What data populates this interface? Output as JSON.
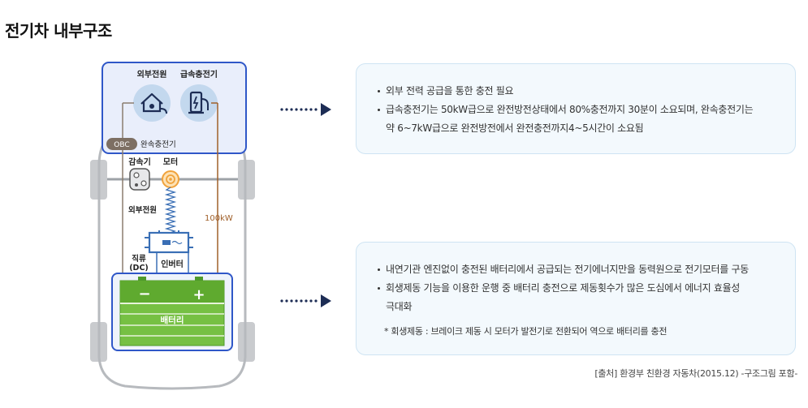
{
  "title": "전기차 내부구조",
  "diagram": {
    "external_power_top": "외부전원",
    "fast_charger": "급속충전기",
    "obc": "OBC",
    "slow_charger": "완속충전기",
    "reducer": "감속기",
    "motor": "모터",
    "external_power_mid": "외부전원",
    "power_100kw": "100kW",
    "dc_line1": "직류",
    "dc_line2": "(DC)",
    "inverter": "인버터",
    "minus": "−",
    "plus": "+",
    "battery": "배터리"
  },
  "box1": {
    "items": [
      {
        "line1": "외부 전력 공급을 통한 충전 필요",
        "line2": ""
      },
      {
        "line1": "급속충전기는 50kW급으로 완전방전상태에서 80%충전까지 30분이 소요되며, 완속충전기는",
        "line2": "약 6~7kW급으로 완전방전에서 완전충전까지4~5시간이 소요됨"
      }
    ]
  },
  "box2": {
    "items": [
      {
        "line1": "내연기관 엔진없이 충전된 배터리에서 공급되는 전기에너지만을 동력원으로 전기모터를 구동",
        "line2": ""
      },
      {
        "line1": "회생제동 기능을 이용한 운행 중 배터리 충전으로 제동횟수가 많은 도심에서 에너지 효율성",
        "line2": "극대화"
      }
    ],
    "note": "* 회생제동 : 브레이크 제동 시 모터가 발전기로 전환되어 역으로 배터리를 충전"
  },
  "source": "[출처] 환경부 친환경 자동차(2015.12) -구조그림 포함-",
  "icons": {
    "home_charge": "home-plug-icon",
    "fast_charger": "charging-station-icon",
    "reducer": "gearbox-icon",
    "motor": "motor-coil-icon",
    "inverter": "inverter-icon",
    "arrow": "dotted-arrow-right-icon"
  },
  "colors": {
    "accent_blue": "#2f57c8",
    "battery_green": "#76c043",
    "inverter_blue": "#3a6fb5",
    "motor_orange": "#f0a23b",
    "power_label": "#a0602a",
    "navy_arrow": "#1d2d55"
  }
}
